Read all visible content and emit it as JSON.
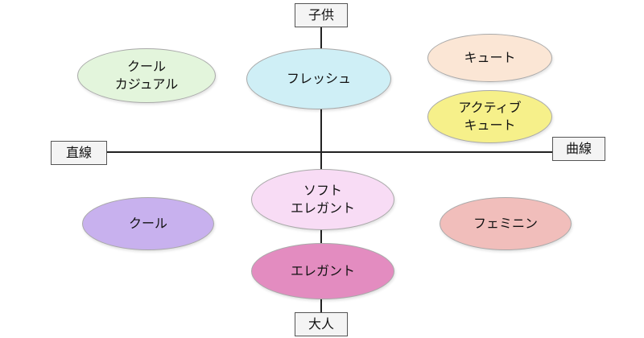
{
  "axes": {
    "top": "子供",
    "bottom": "大人",
    "left": "直線",
    "right": "曲線"
  },
  "styles": {
    "cool_casual": [
      "クール",
      "カジュアル"
    ],
    "fresh": [
      "フレッシュ"
    ],
    "cute": [
      "キュート"
    ],
    "active_cute": [
      "アクティブ",
      "キュート"
    ],
    "soft_elegant": [
      "ソフト",
      "エレガント"
    ],
    "cool": [
      "クール"
    ],
    "feminine": [
      "フェミニン"
    ],
    "elegant": [
      "エレガント"
    ]
  },
  "colors": {
    "cool_casual": "#e3f5dc",
    "fresh": "#cfeff6",
    "cute": "#fbe6d5",
    "active_cute": "#f6f08a",
    "soft_elegant": "#f8dcf5",
    "cool": "#c8b1ee",
    "feminine": "#f1bebb",
    "elegant": "#e38cc0"
  }
}
